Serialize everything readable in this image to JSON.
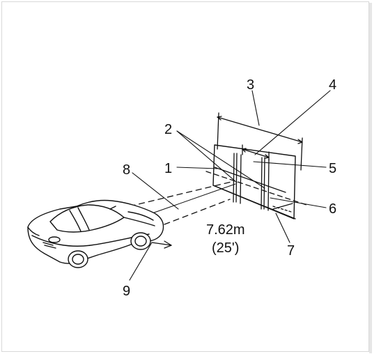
{
  "diagram": {
    "callouts": {
      "c1": "1",
      "c2": "2",
      "c3": "3",
      "c4": "4",
      "c5": "5",
      "c6": "6",
      "c7": "7",
      "c8": "8",
      "c9": "9"
    },
    "distance_metric": "7.62m",
    "distance_imperial": "(25')"
  },
  "colors": {
    "ink": "#111111",
    "frame": "#d8d8d8",
    "background": "#ffffff"
  }
}
